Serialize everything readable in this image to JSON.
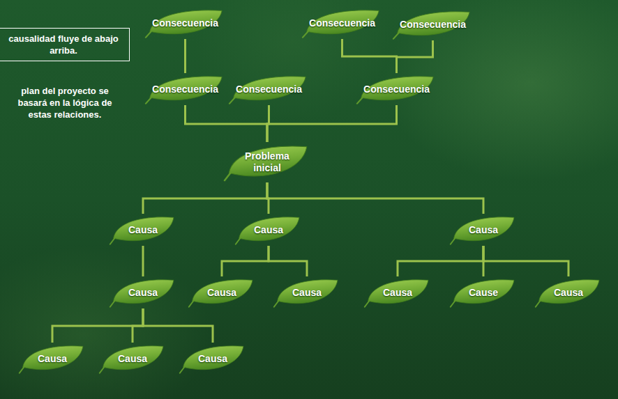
{
  "diagram": {
    "nodes": [
      {
        "text": [
          "Consecuencia"
        ]
      },
      {
        "text": [
          "Consecuencia"
        ]
      },
      {
        "text": [
          "Consecuencia"
        ]
      },
      {
        "text": [
          "Consecuencia"
        ]
      },
      {
        "text": [
          "Consecuencia"
        ]
      },
      {
        "text": [
          "Consecuencia"
        ]
      },
      {
        "text": [
          "Problema inicial"
        ]
      },
      {
        "text": [
          "Causa"
        ]
      },
      {
        "text": [
          "Causa"
        ]
      },
      {
        "text": [
          "Causa"
        ]
      },
      {
        "text": [
          "Causa"
        ]
      },
      {
        "text": [
          "Causa"
        ]
      },
      {
        "text": [
          "Causa"
        ]
      },
      {
        "text": [
          "Causa"
        ]
      },
      {
        "text": [
          "Cause"
        ]
      },
      {
        "text": [
          "Causa"
        ]
      },
      {
        "text": [
          "Causa"
        ]
      },
      {
        "text": [
          "Causa"
        ]
      },
      {
        "text": [
          "Causa"
        ]
      }
    ],
    "edges": [
      {
        "from": 3,
        "to": 0,
        "arrow": "none"
      },
      {
        "from": 5,
        "to": 1,
        "arrow": "none"
      },
      {
        "from": 5,
        "to": 2,
        "arrow": "none"
      },
      {
        "from": 6,
        "to": 3,
        "arrow": "none"
      },
      {
        "from": 6,
        "to": 4,
        "arrow": "none"
      },
      {
        "from": 6,
        "to": 5,
        "arrow": "none"
      },
      {
        "from": 7,
        "to": 6,
        "arrow": "none"
      },
      {
        "from": 8,
        "to": 6,
        "arrow": "none"
      },
      {
        "from": 9,
        "to": 6,
        "arrow": "none"
      },
      {
        "from": 10,
        "to": 7,
        "arrow": "none"
      },
      {
        "from": 11,
        "to": 8,
        "arrow": "none"
      },
      {
        "from": 12,
        "to": 8,
        "arrow": "none"
      },
      {
        "from": 13,
        "to": 9,
        "arrow": "none"
      },
      {
        "from": 14,
        "to": 9,
        "arrow": "none"
      },
      {
        "from": 15,
        "to": 9,
        "arrow": "none"
      },
      {
        "from": 16,
        "to": 10,
        "arrow": "none"
      },
      {
        "from": 17,
        "to": 10,
        "arrow": "none"
      },
      {
        "from": 18,
        "to": 10,
        "arrow": "none"
      }
    ],
    "labels": [
      "causalidad fluye de abajo arriba.",
      "plan del proyecto se basará en la lógica de estas relaciones."
    ]
  }
}
